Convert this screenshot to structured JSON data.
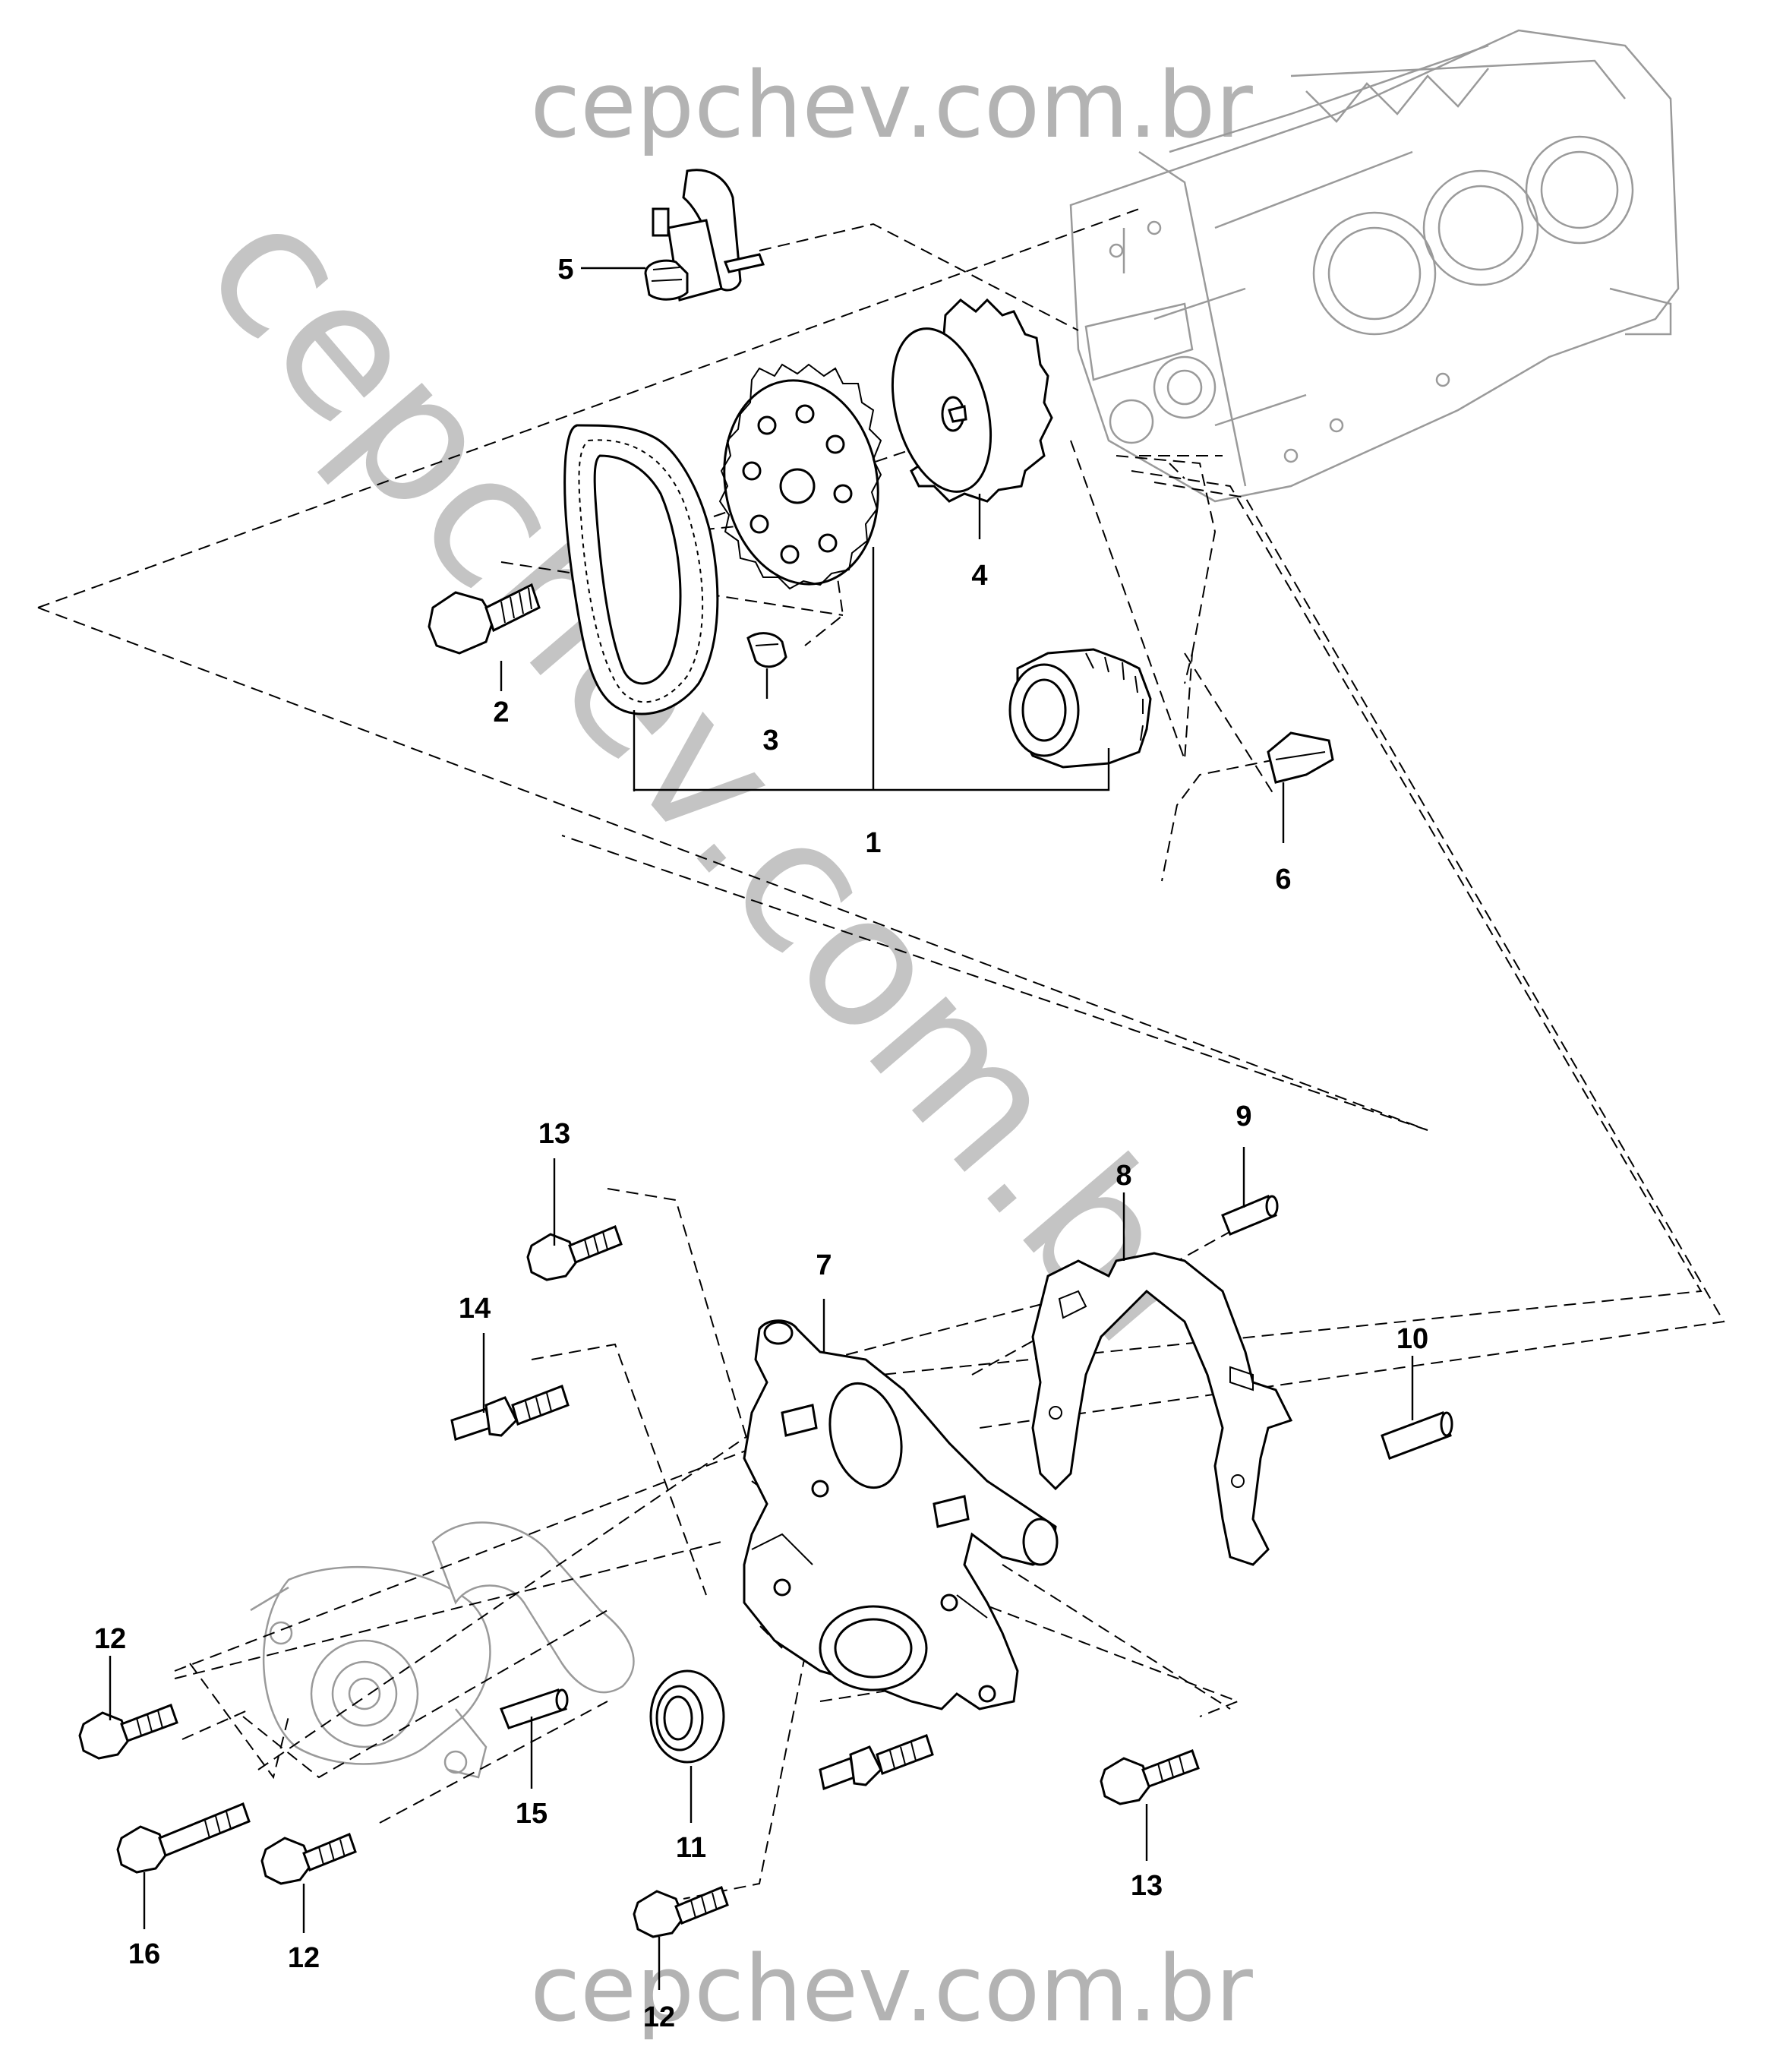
{
  "watermark": {
    "header": "cepchev.com.br",
    "diagonal": "cepchev.com.br",
    "footer": "cepchev.com.br"
  },
  "callouts": [
    {
      "id": "c1",
      "text": "1"
    },
    {
      "id": "c2",
      "text": "2"
    },
    {
      "id": "c3",
      "text": "3"
    },
    {
      "id": "c4",
      "text": "4"
    },
    {
      "id": "c5",
      "text": "5"
    },
    {
      "id": "c6",
      "text": "6"
    },
    {
      "id": "c7",
      "text": "7"
    },
    {
      "id": "c8",
      "text": "8"
    },
    {
      "id": "c9",
      "text": "9"
    },
    {
      "id": "c10",
      "text": "10"
    },
    {
      "id": "c11",
      "text": "11"
    },
    {
      "id": "c12a",
      "text": "12"
    },
    {
      "id": "c12b",
      "text": "12"
    },
    {
      "id": "c12c",
      "text": "12"
    },
    {
      "id": "c13a",
      "text": "13"
    },
    {
      "id": "c13b",
      "text": "13"
    },
    {
      "id": "c14",
      "text": "14"
    },
    {
      "id": "c15",
      "text": "15"
    },
    {
      "id": "c16",
      "text": "16"
    }
  ]
}
